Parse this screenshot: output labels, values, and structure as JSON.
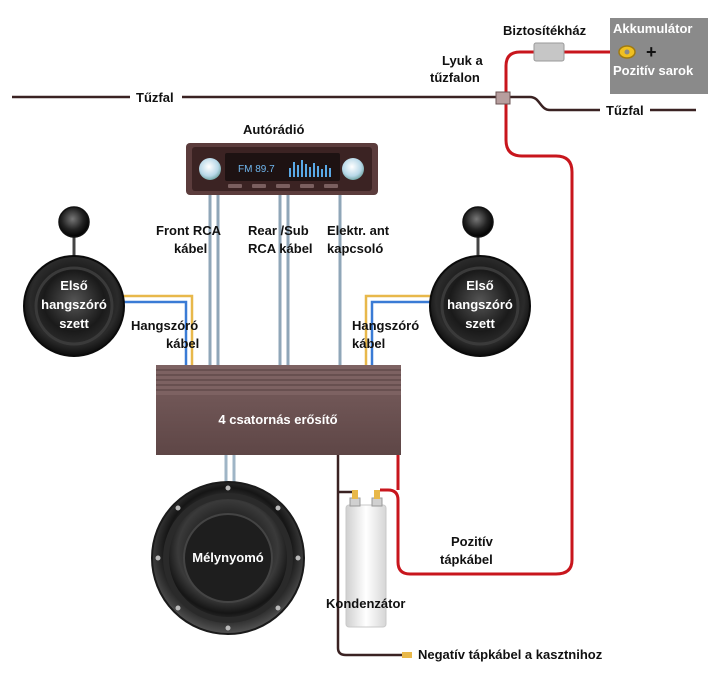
{
  "battery": {
    "title": "Akkumulátor",
    "sub": "Pozitív sarok",
    "plus": "+"
  },
  "fuse_label": "Biztosítékház",
  "hole": {
    "line1": "Lyuk a",
    "line2": "tűzfalon"
  },
  "firewall_left": "Tűzfal",
  "firewall_right": "Tűzfal",
  "radio": {
    "title": "Autórádió",
    "display": "FM 89.7"
  },
  "cables": {
    "front_rca": {
      "line1": "Front RCA",
      "line2": "kábel"
    },
    "rear_rca": {
      "line1": "Rear /Sub",
      "line2": "RCA kábel"
    },
    "antenna": {
      "line1": "Elektr. ant",
      "line2": "kapcsoló"
    },
    "speaker_left": {
      "line1": "Hangszóró",
      "line2": "kábel"
    },
    "speaker_right": {
      "line1": "Hangszóró",
      "line2": "kábel"
    }
  },
  "speaker_left": {
    "line1": "Első",
    "line2": "hangszóró",
    "line3": "szett"
  },
  "speaker_right": {
    "line1": "Első",
    "line2": "hangszóró",
    "line3": "szett"
  },
  "amplifier": "4 csatornás erősítő",
  "subwoofer": "Mélynyomó",
  "capacitor": "Kondenzátor",
  "positive_cable": {
    "line1": "Pozitív",
    "line2": "tápkábel"
  },
  "negative_cable": "Negatív tápkábel a kasztnihoz",
  "colors": {
    "positive": "#c8161d",
    "ground": "#3a2222",
    "rca": "#8fa6b8",
    "speaker_yellow": "#e8b84a",
    "speaker_blue": "#3a7bd5",
    "amp": "#6e5454",
    "battery": "#8a8a8a"
  }
}
